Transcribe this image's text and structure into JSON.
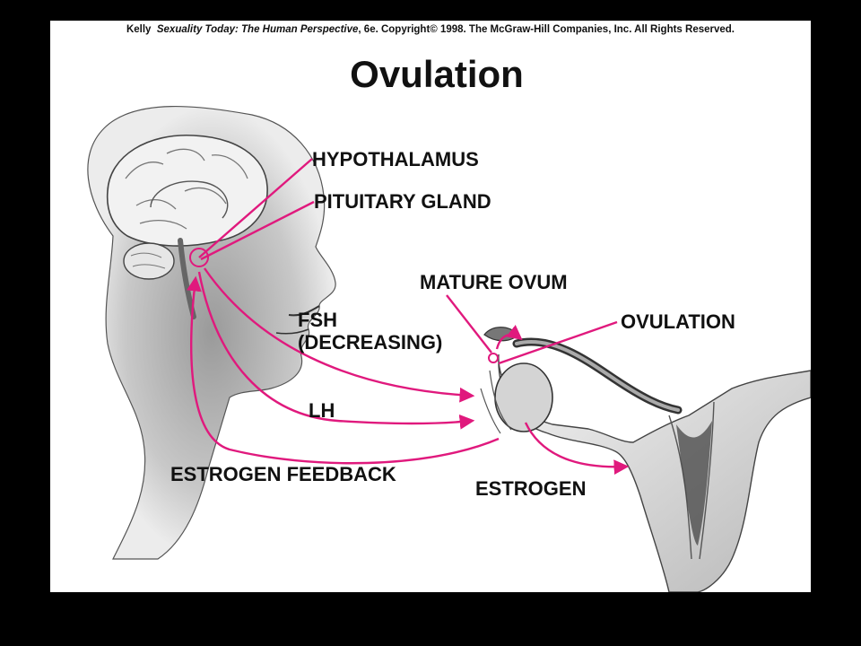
{
  "credit": {
    "author": "Kelly",
    "book": "Sexuality Today: The Human Perspective",
    "rest": ", 6e. Copyright© 1998. The McGraw-Hill Companies, Inc. All Rights Reserved."
  },
  "title": "Ovulation",
  "labels": {
    "hypothalamus": "HYPOTHALAMUS",
    "pituitary": "PITUITARY GLAND",
    "mature_ovum": "MATURE OVUM",
    "ovulation": "OVULATION",
    "fsh": "FSH",
    "fsh_note": "(DECREASING)",
    "lh": "LH",
    "estrogen_feedback": "ESTROGEN FEEDBACK",
    "estrogen": "ESTROGEN"
  },
  "colors": {
    "arrow": "#e0197d",
    "slide_bg": "#ffffff",
    "frame_bg": "#000000"
  }
}
